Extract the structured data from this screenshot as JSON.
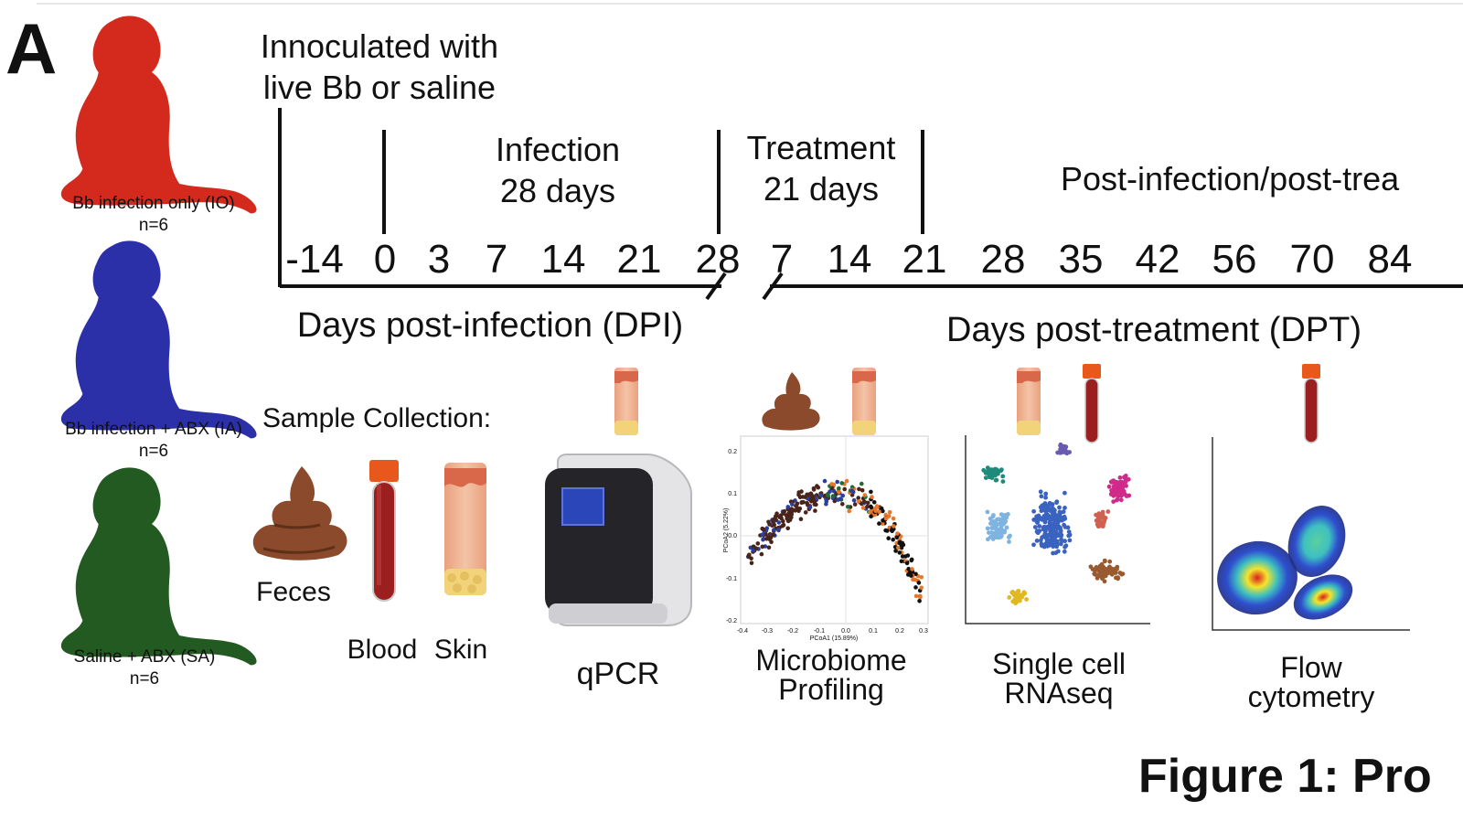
{
  "panel_letter": "A",
  "groups": [
    {
      "label": "Bb infection only (IO)",
      "n": "n=6",
      "color": "#d42a1e"
    },
    {
      "label": "Bb infection + ABX (IA)",
      "n": "n=6",
      "color": "#2b2fa8"
    },
    {
      "label": "Saline + ABX (SA)",
      "n": "n=6",
      "color": "#235a22"
    }
  ],
  "timeline": {
    "start_label": [
      "Innoculated with",
      "live Bb or saline"
    ],
    "infection_label": [
      "Infection",
      "28 days"
    ],
    "treatment_label": [
      "Treatment",
      "21 days"
    ],
    "post_label": "Post-infection/post-trea",
    "dpi_ticks": [
      "-14",
      "0",
      "3",
      "7",
      "14",
      "21",
      "28"
    ],
    "dpt_ticks": [
      "7",
      "14",
      "21",
      "28",
      "35",
      "42",
      "56",
      "70",
      "84"
    ],
    "dpi_axis_label": "Days post-infection (DPI)",
    "dpt_axis_label": "Days post-treatment (DPT)"
  },
  "samples": {
    "heading": "Sample Collection:",
    "items": [
      "Feces",
      "Blood",
      "Skin"
    ]
  },
  "assays": [
    {
      "label": [
        "qPCR"
      ]
    },
    {
      "label": [
        "Microbiome",
        "Profiling"
      ]
    },
    {
      "label": [
        "Single cell",
        "RNAseq"
      ]
    },
    {
      "label": [
        "Flow",
        "cytometry"
      ]
    }
  ],
  "pcoa_axis": {
    "xlabel": "PCoA1 (15.89%)",
    "ylabel": "PCoA2 (5.22%)",
    "xticks": [
      "-0.4",
      "-0.3",
      "-0.2",
      "-0.1",
      "0.0",
      "0.1",
      "0.2",
      "0.3"
    ],
    "yticks": [
      "0.2",
      "0.1",
      "0.0",
      "-0.1",
      "-0.2"
    ]
  },
  "figure_title": "Figure 1: Pro",
  "colors": {
    "feces": "#8a4a2b",
    "blood": "#9c1f1f",
    "skin": "#efb08f",
    "cap": "#e8571c",
    "fat": "#f2d37a"
  }
}
